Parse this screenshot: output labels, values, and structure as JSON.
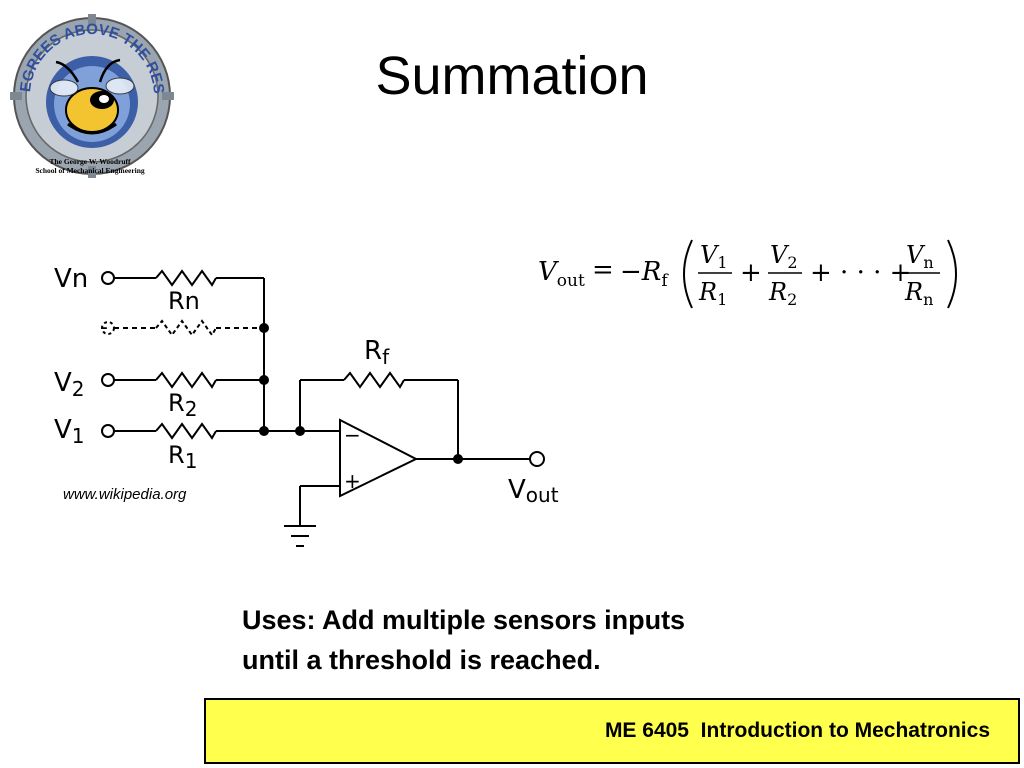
{
  "slide": {
    "title": "Summation",
    "source": "www.wikipedia.org",
    "uses_line1": "Uses:  Add multiple sensors inputs",
    "uses_line2": "until a threshold is reached.",
    "footer": "ME 6405  Introduction to Mechatronics"
  },
  "logo": {
    "ring_text": "DEGREES ABOVE THE REST",
    "caption_line1": "The George W. Woodruff",
    "caption_line2": "School of Mechanical Engineering",
    "icon": "yellow-jacket-mascot-gear-icon"
  },
  "circuit": {
    "labels": {
      "vn": "Vn",
      "v2_main": "V",
      "v2_sub": "2",
      "v1_main": "V",
      "v1_sub": "1",
      "rn": "Rn",
      "r2_main": "R",
      "r2_sub": "2",
      "r1_main": "R",
      "r1_sub": "1",
      "rf_main": "R",
      "rf_sub": "f",
      "vout_main": "V",
      "vout_sub": "out",
      "minus": "−",
      "plus": "+",
      "dash_input": "-"
    }
  },
  "formula": {
    "lhs": "V",
    "lhs_sub": "out",
    "eq": "=",
    "neg_r": "−R",
    "r_sub": "f",
    "t1_num": "V",
    "t1_num_sub": "1",
    "t1_den": "R",
    "t1_den_sub": "1",
    "plus": "+",
    "t2_num": "V",
    "t2_num_sub": "2",
    "t2_den": "R",
    "t2_den_sub": "2",
    "dots": "+ · · · +",
    "tn_num": "V",
    "tn_num_sub": "n",
    "tn_den": "R",
    "tn_den_sub": "n"
  },
  "colors": {
    "footer_bg": "#ffff4d",
    "logo_gear": "#8c9aa8",
    "logo_ring": "#3a5aa8",
    "mascot": "#f4c430"
  }
}
